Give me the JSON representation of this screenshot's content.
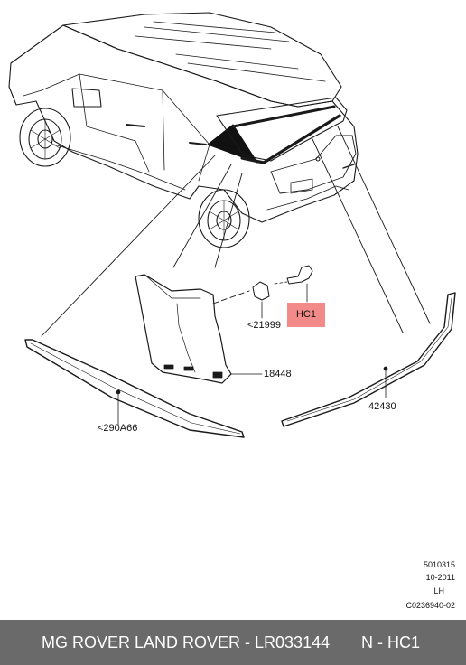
{
  "parts": {
    "clip": "<21999",
    "hc1": "HC1",
    "pillar": "18448",
    "left_moulding": "<290A66",
    "right_moulding": "42430"
  },
  "meta": {
    "line1": "5010315",
    "line2": "10-2011",
    "line3": "LH",
    "line4": "C0236940-02"
  },
  "footer": {
    "title": "MG ROVER LAND ROVER - LR033144",
    "code": "N - HC1"
  },
  "colors": {
    "highlight": "#f28a8a",
    "footer_bg": "#6a6a6a",
    "line": "#1a1a1a"
  }
}
